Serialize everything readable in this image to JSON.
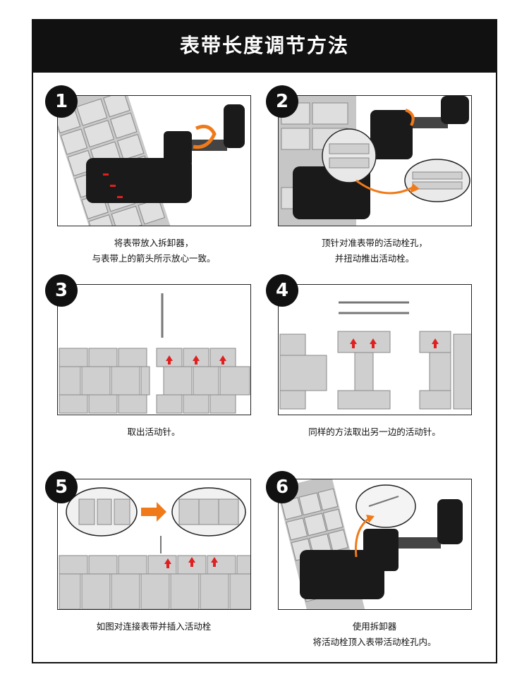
{
  "header": {
    "title": "表带长度调节方法"
  },
  "steps": [
    {
      "number": "1",
      "line1": "将表带放入拆卸器，",
      "line2": "与表带上的箭头所示放心一致。"
    },
    {
      "number": "2",
      "line1": "顶针对准表带的活动栓孔，",
      "line2": "并扭动推出活动栓。"
    },
    {
      "number": "3",
      "line1": "取出活动针。",
      "line2": ""
    },
    {
      "number": "4",
      "line1": "同样的方法取出另一边的活动针。",
      "line2": ""
    },
    {
      "number": "5",
      "line1": "如图对连接表带并插入活动栓",
      "line2": ""
    },
    {
      "number": "6",
      "line1": "使用拆卸器",
      "line2": "将活动栓顶入表带活动栓孔内。"
    }
  ],
  "colors": {
    "accent_red": "#e02020",
    "accent_orange": "#f07a1a",
    "steel": "#bcbcbc",
    "tool": "#1a1a1a"
  }
}
